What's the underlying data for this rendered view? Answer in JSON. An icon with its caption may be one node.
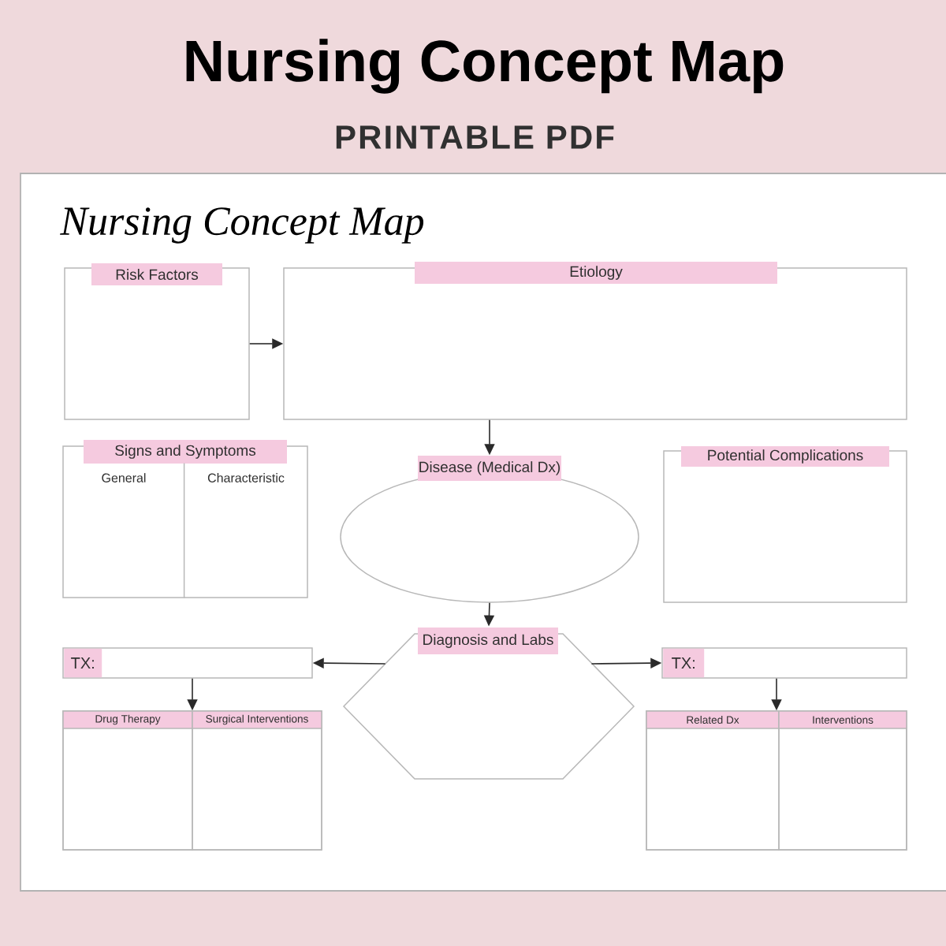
{
  "diagram": {
    "title": "Nursing Concept Map",
    "nodes": [
      {
        "text": [
          "Risk Factors"
        ]
      },
      {
        "text": [
          "Etiology"
        ]
      },
      {
        "text": [
          "Signs and Symptoms"
        ]
      },
      {
        "text": [
          "General"
        ],
        "in": 2
      },
      {
        "text": [
          "Characteristic"
        ],
        "in": 2
      },
      {
        "text": [
          "Disease (Medical Dx)"
        ]
      },
      {
        "text": [
          "Potential Complications"
        ]
      },
      {
        "text": [
          "Diagnosis and Labs"
        ]
      },
      {
        "text": [
          "TX:"
        ]
      },
      {
        "text": [
          "TX:"
        ]
      },
      {
        "text": [],
        "shape": "box"
      },
      {
        "text": [
          "Drug Therapy"
        ],
        "in": 10
      },
      {
        "text": [
          "Surgical Interventions"
        ],
        "in": 10
      },
      {
        "text": [],
        "shape": "box"
      },
      {
        "text": [
          "Related Dx"
        ],
        "in": 13
      },
      {
        "text": [
          "Interventions"
        ],
        "in": 13
      }
    ],
    "edges": [
      {
        "from": 0,
        "to": 1,
        "arrow": "to"
      },
      {
        "from": 1,
        "to": 5,
        "arrow": "to"
      },
      {
        "from": 5,
        "to": 7,
        "arrow": "to"
      },
      {
        "from": 7,
        "to": 8,
        "arrow": "to"
      },
      {
        "from": 7,
        "to": 9,
        "arrow": "to"
      },
      {
        "from": 8,
        "to": 10,
        "arrow": "to"
      },
      {
        "from": 9,
        "to": 13,
        "arrow": "to"
      }
    ],
    "labels": [
      "PRINTABLE PDF",
      "Nursing Concept Map"
    ]
  }
}
